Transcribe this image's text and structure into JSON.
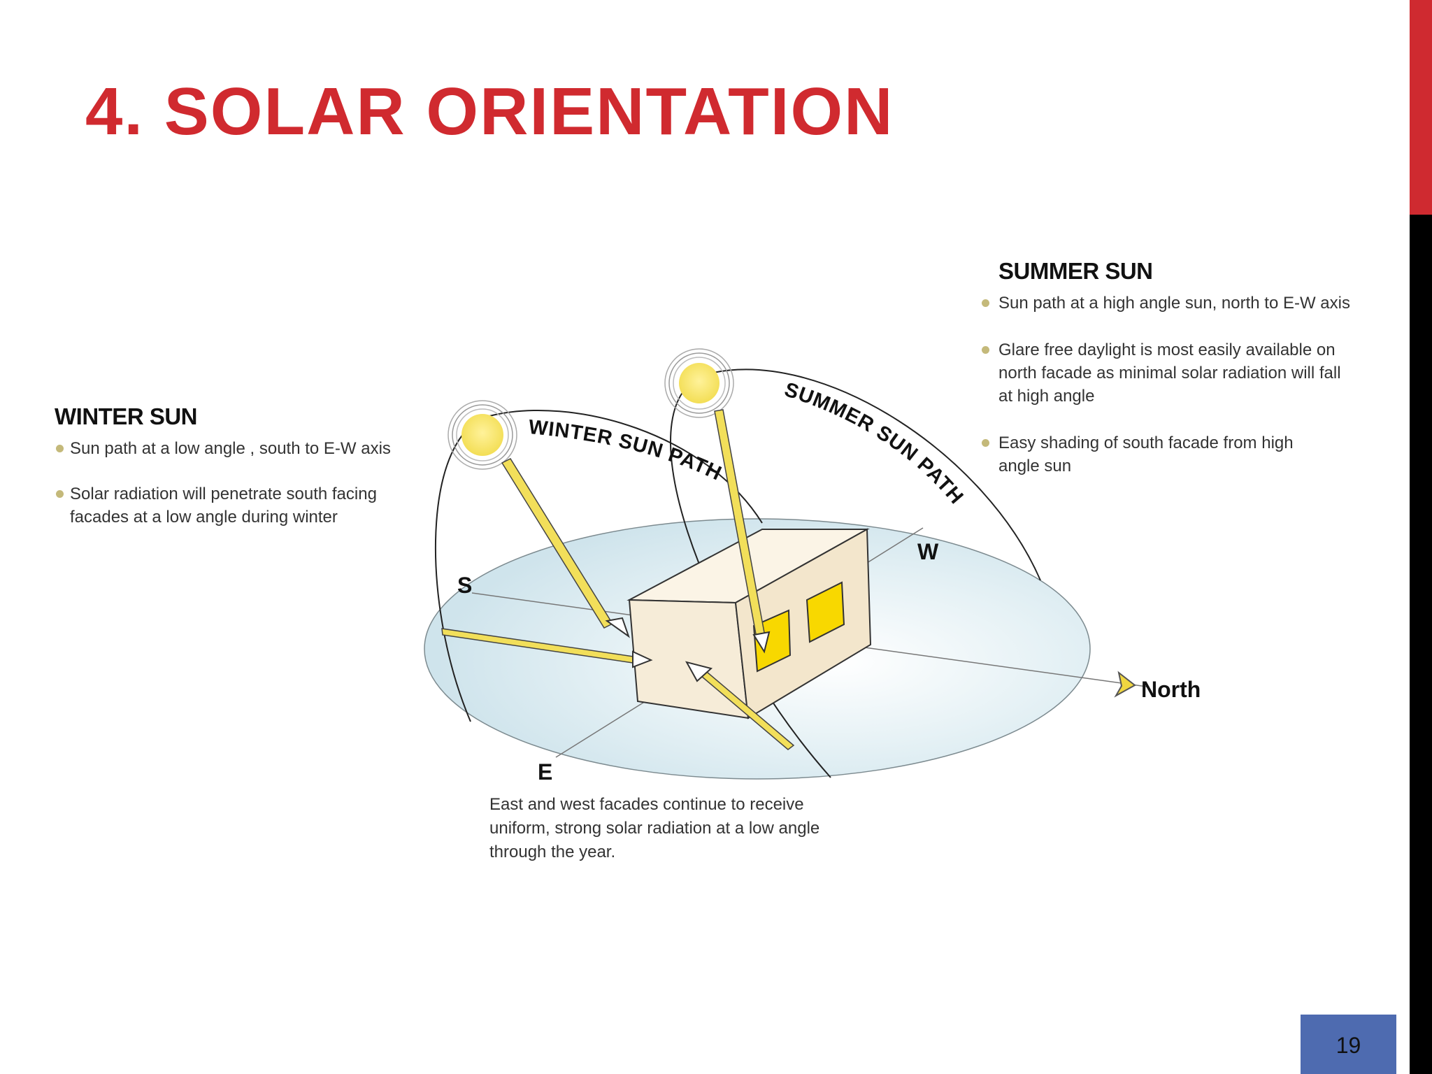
{
  "slide": {
    "title": "4. SOLAR ORIENTATION",
    "page_number": "19",
    "accent_color": "#d02a2f",
    "page_box_color": "#4e6bb0"
  },
  "winter": {
    "heading": "WINTER SUN",
    "bullets": [
      "Sun path  at a low angle , south to E-W axis",
      "Solar radiation will penetrate south facing facades at a low angle during winter"
    ]
  },
  "summer": {
    "heading": "SUMMER SUN",
    "bullets": [
      "Sun path at a high angle sun, north to E-W axis",
      "Glare free daylight is most easily available on north facade as minimal solar radiation will fall at high angle",
      "Easy shading of south facade from high angle sun"
    ]
  },
  "diagram": {
    "winter_path_label": "WINTER SUN PATH",
    "summer_path_label": "SUMMER SUN PATH",
    "compass": {
      "south": "S",
      "east": "E",
      "west": "W",
      "north": "North"
    },
    "caption": "East and west facades continue to receive uniform, strong solar radiation at a low angle through the year.",
    "colors": {
      "sun": "#f7e66b",
      "ground": "#dcecf2",
      "building": "#f6ecd8",
      "window": "#f8d800",
      "ray": "#f2df5a"
    }
  }
}
